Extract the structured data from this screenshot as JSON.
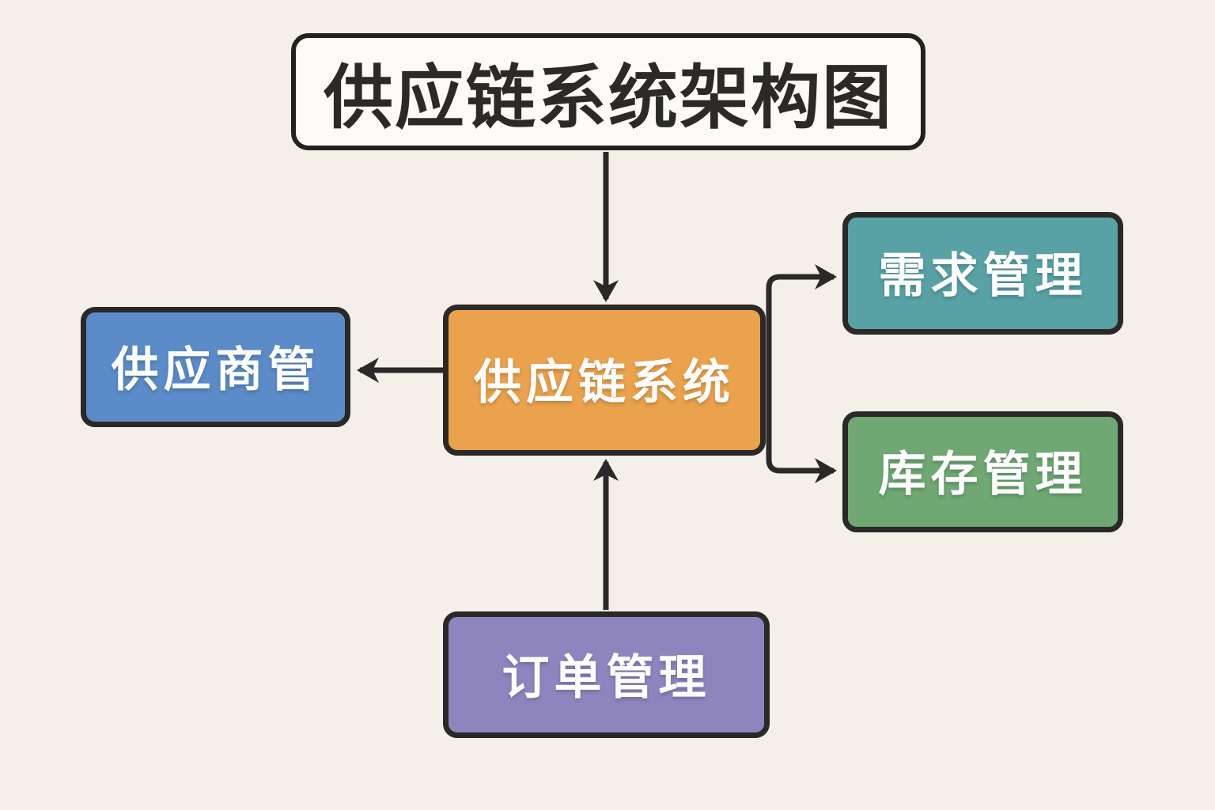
{
  "diagram": {
    "title": "供应链系统架构图",
    "nodes": {
      "center": {
        "id": "supply-chain-system",
        "label": "供应链系统",
        "color": "#eba24c"
      },
      "supplier": {
        "id": "supplier-management",
        "label": "供应商管",
        "color": "#5b8cc9"
      },
      "demand": {
        "id": "demand-management",
        "label": "需求管理",
        "color": "#58a2a6"
      },
      "inventory": {
        "id": "inventory-management",
        "label": "库存管理",
        "color": "#6fa873"
      },
      "order": {
        "id": "order-management",
        "label": "订单管理",
        "color": "#8e85bf"
      }
    },
    "edges": [
      {
        "from": "title",
        "to": "center",
        "direction": "down"
      },
      {
        "from": "center",
        "to": "supplier",
        "direction": "left"
      },
      {
        "from": "order",
        "to": "center",
        "direction": "up"
      },
      {
        "from": "center",
        "to": "demand",
        "direction": "right-up"
      },
      {
        "from": "center",
        "to": "inventory",
        "direction": "right-down"
      }
    ],
    "colors": {
      "background": "#f4efe8",
      "title_fill": "#fdfbf7",
      "stroke": "#2a2927",
      "text_dark": "#2b2a28",
      "text_light": "#fdfdfd"
    }
  }
}
